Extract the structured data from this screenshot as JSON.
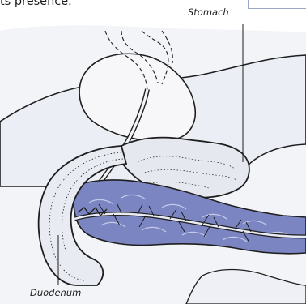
{
  "text": {
    "fragment": "ts presence."
  },
  "labels": {
    "stomach": "Stomach",
    "duodenum": "Duodenum"
  },
  "colors": {
    "pancreas": "#7b85c2",
    "tissue_light": "#eef0f6",
    "tissue_mid": "#dfe2ee",
    "outline": "#1e1e1e"
  }
}
